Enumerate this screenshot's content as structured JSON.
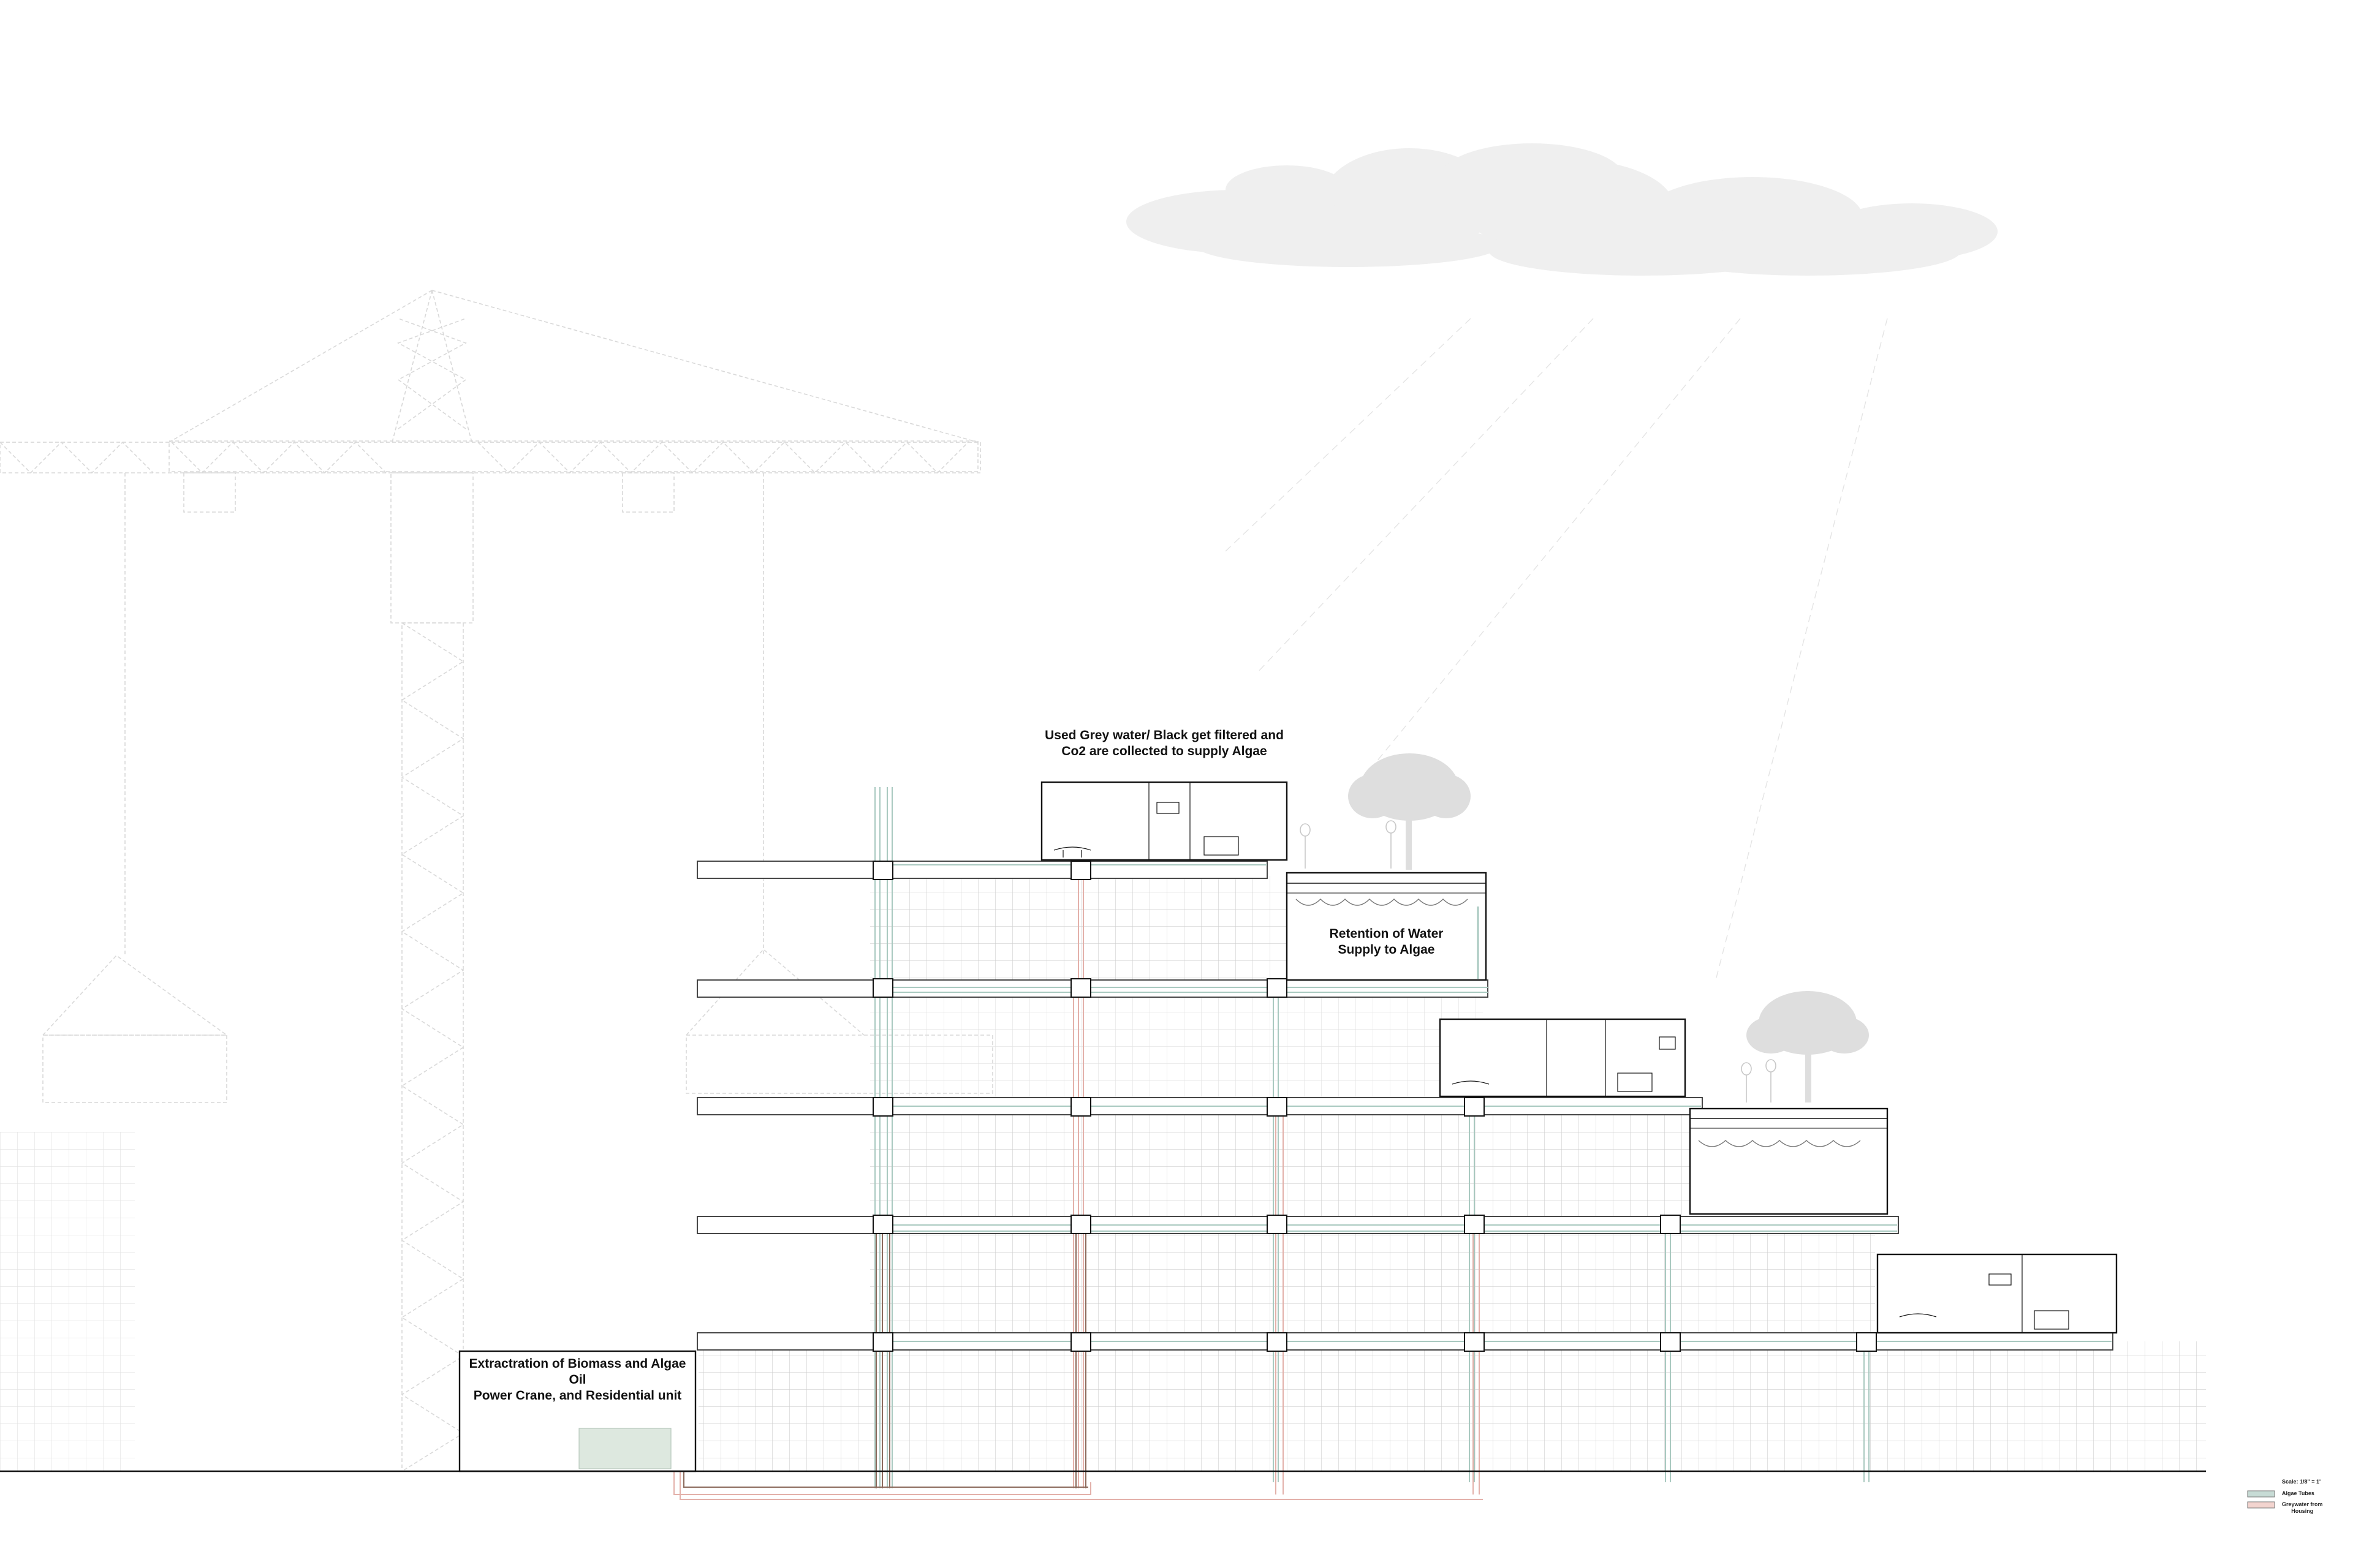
{
  "annotations": {
    "top_label_line1": "Used Grey water/ Black get filtered and",
    "top_label_line2": "Co2 are collected to supply Algae",
    "retention_line1": "Retention of Water",
    "retention_line2": "Supply to Algae",
    "extraction_line1": "Extractration of Biomass and Algae",
    "extraction_line2": "Oil",
    "extraction_line3": "Power Crane, and Residential unit"
  },
  "legend": {
    "scale": "Scale: 1/8\" = 1'",
    "algae_tubes": "Algae Tubes",
    "greywater_line1": "Greywater from",
    "greywater_line2": "Housing"
  },
  "colors": {
    "line": "#111111",
    "grid": "#c8c8c8",
    "faint": "#d6d6d6",
    "cloud": "#efefef",
    "algae_tube": "#a9c9c0",
    "greywater_pipe": "#e3b1aa",
    "pipe_dark": "#8b6a5c",
    "tank": "#dde8df",
    "tree": "#d9d9d9"
  }
}
